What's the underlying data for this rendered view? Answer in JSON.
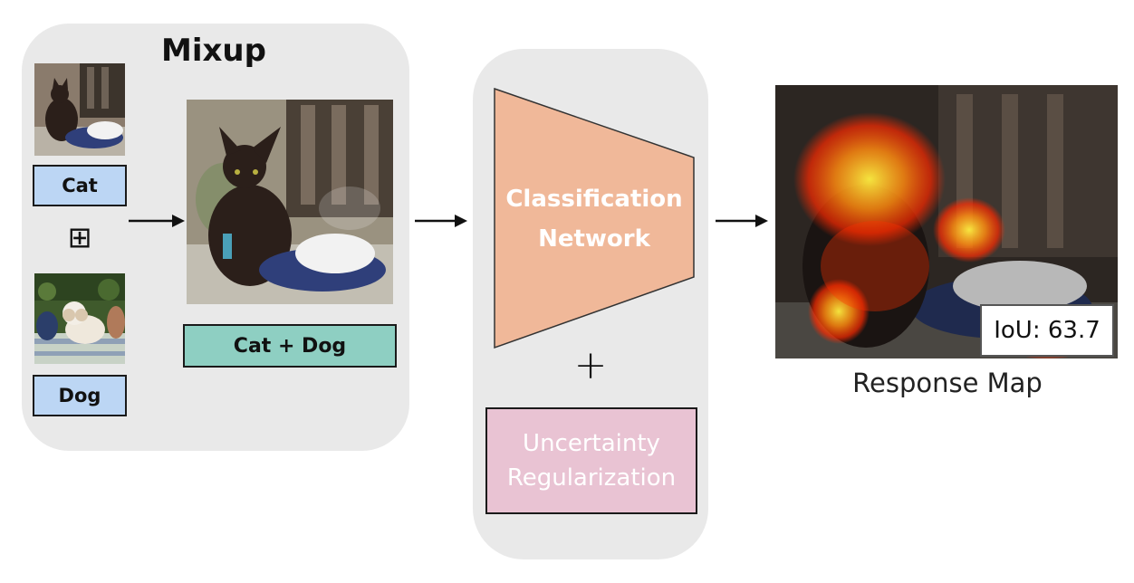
{
  "mixup": {
    "title": "Mixup",
    "label_cat": "Cat",
    "label_dog": "Dog",
    "label_mixed": "Cat + Dog",
    "plus_symbol": "⊞"
  },
  "network": {
    "title": "Classification Network",
    "title_line1": "Classification",
    "title_line2": "Network",
    "plus_symbol": "+",
    "regularization_line1": "Uncertainty",
    "regularization_line2": "Regularization"
  },
  "response": {
    "iou_label": "IoU: 63.7",
    "caption": "Response Map"
  },
  "colors": {
    "panel": "#e9e9e9",
    "label_blue": "#bcd6f4",
    "label_teal": "#8ecfc2",
    "network_orange": "#f0b899",
    "regularization_pink": "#e9c3d3",
    "heat_red": "#ff3000",
    "heat_yellow": "#ffee40"
  }
}
